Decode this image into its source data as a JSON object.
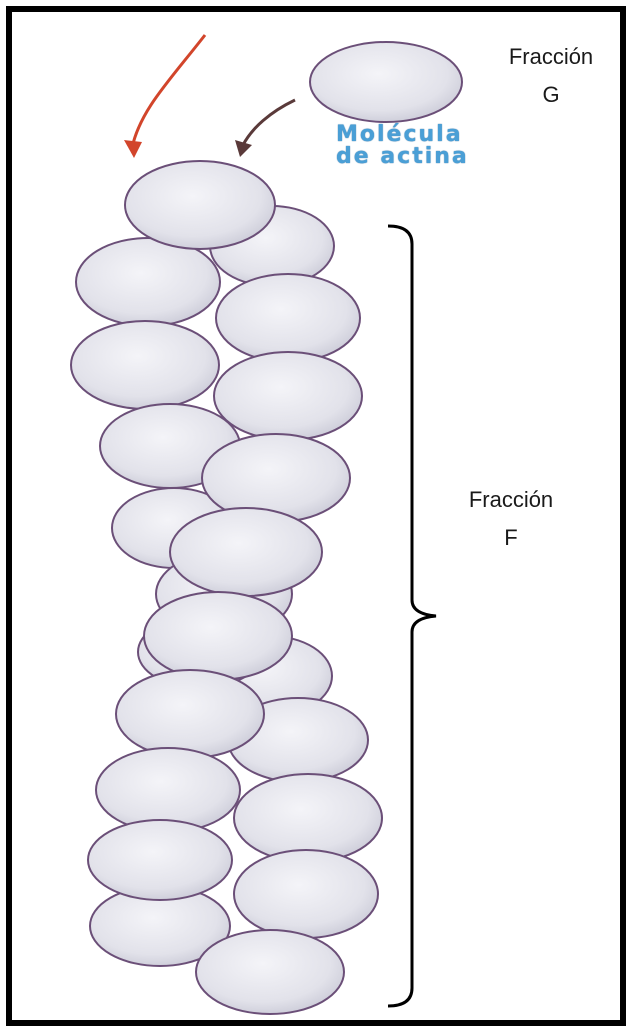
{
  "labels": {
    "fraction_g": {
      "line1": "Fracción",
      "line2": "G"
    },
    "molecule": {
      "line1": "Molécula",
      "line2": "de actina"
    },
    "fraction_f": {
      "line1": "Fracción",
      "line2": "F"
    }
  },
  "colors": {
    "globule_fill": "#e6e6ed",
    "globule_edge": "#6b4f78",
    "molecule_text": "#4a9fd6",
    "arrow_left": "#d2452b",
    "arrow_right": "#5a3a3a",
    "bracket": "#000000"
  }
}
